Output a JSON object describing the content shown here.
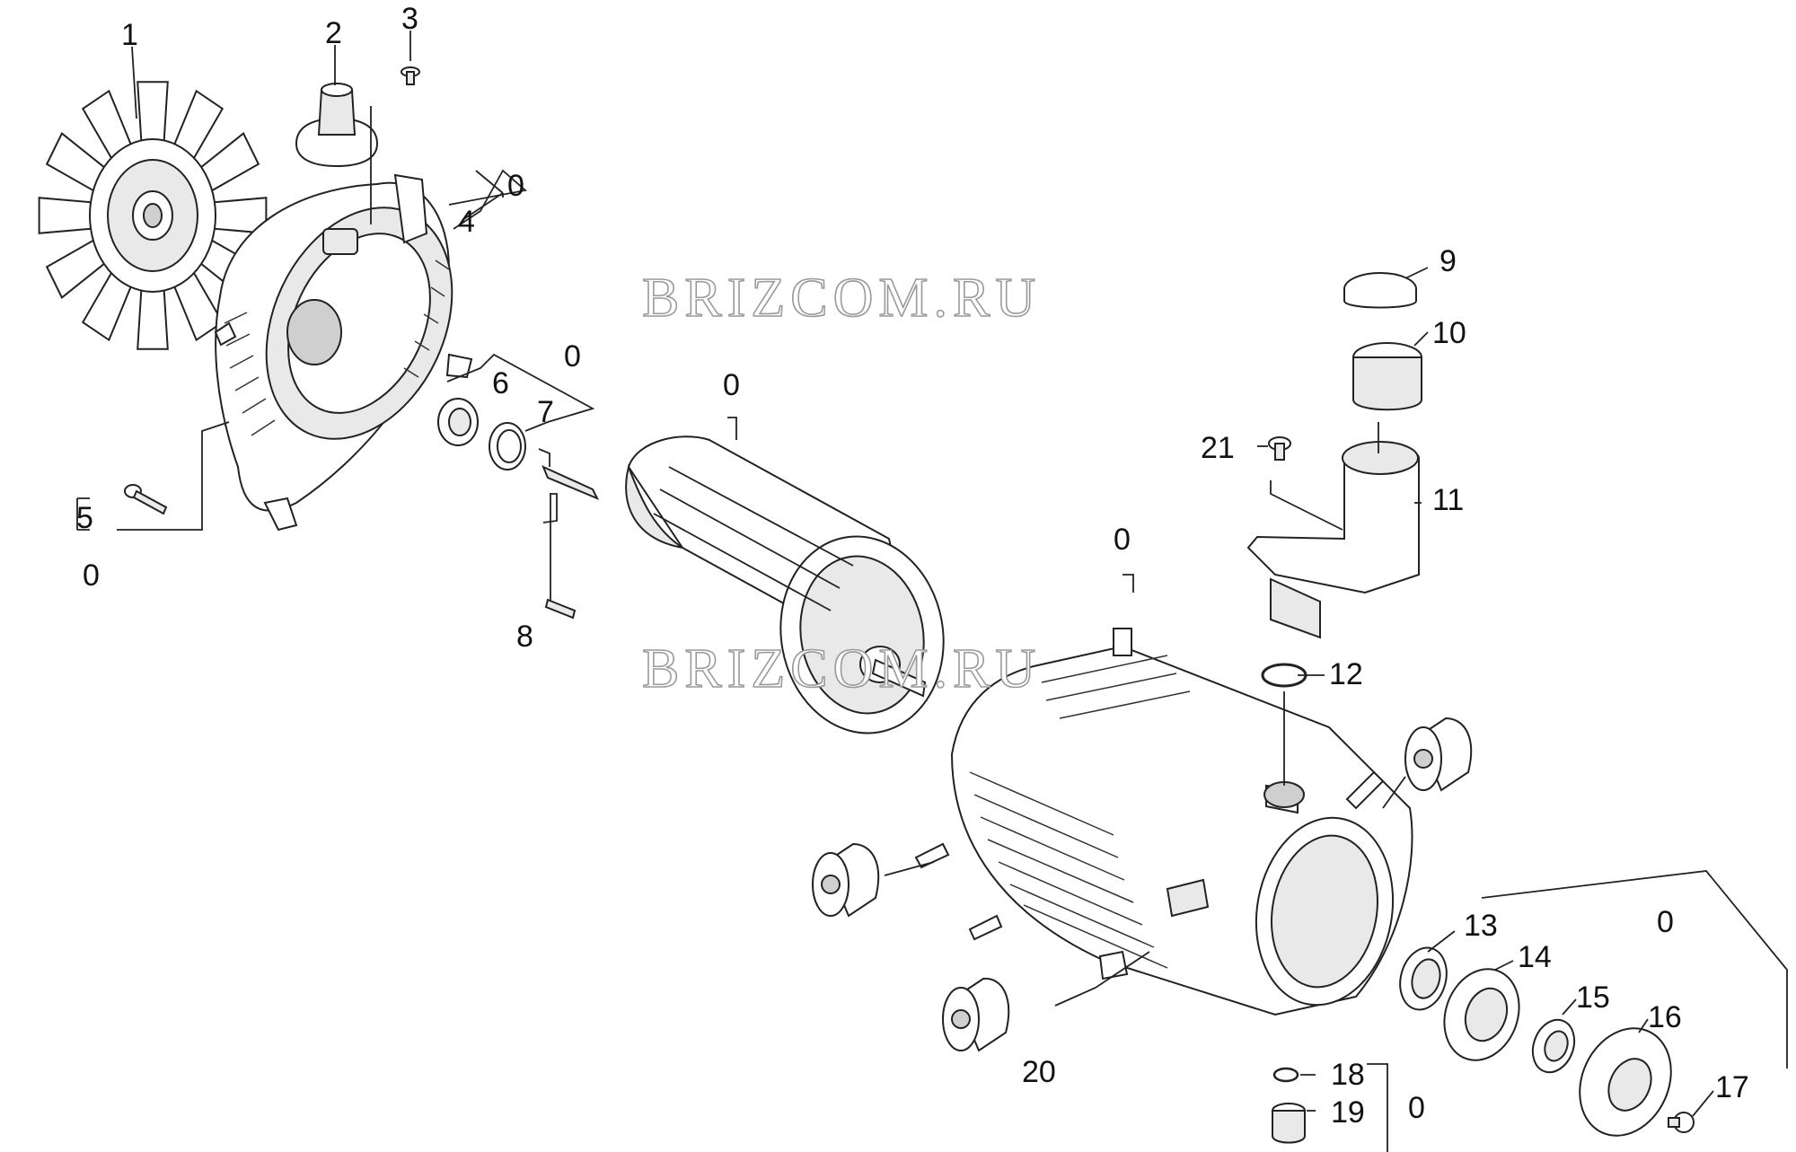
{
  "watermark": "BRIZCOM.RU",
  "labels": {
    "l1": "1",
    "l2": "2",
    "l3": "3",
    "l4": "4",
    "l4_group": "0",
    "l5": "5",
    "l5_group": "0",
    "l6": "6",
    "l7": "7",
    "l67_group": "0",
    "l8": "8",
    "motor_group": "0",
    "l9": "9",
    "l10": "10",
    "l11": "11",
    "l21": "21",
    "l12": "12",
    "housing_group": "0",
    "l13": "13",
    "l14": "14",
    "l15": "15",
    "l16": "16",
    "l17": "17",
    "l1317_group": "0",
    "l18": "18",
    "l19": "19",
    "l1819_group": "0",
    "l20": "20"
  }
}
